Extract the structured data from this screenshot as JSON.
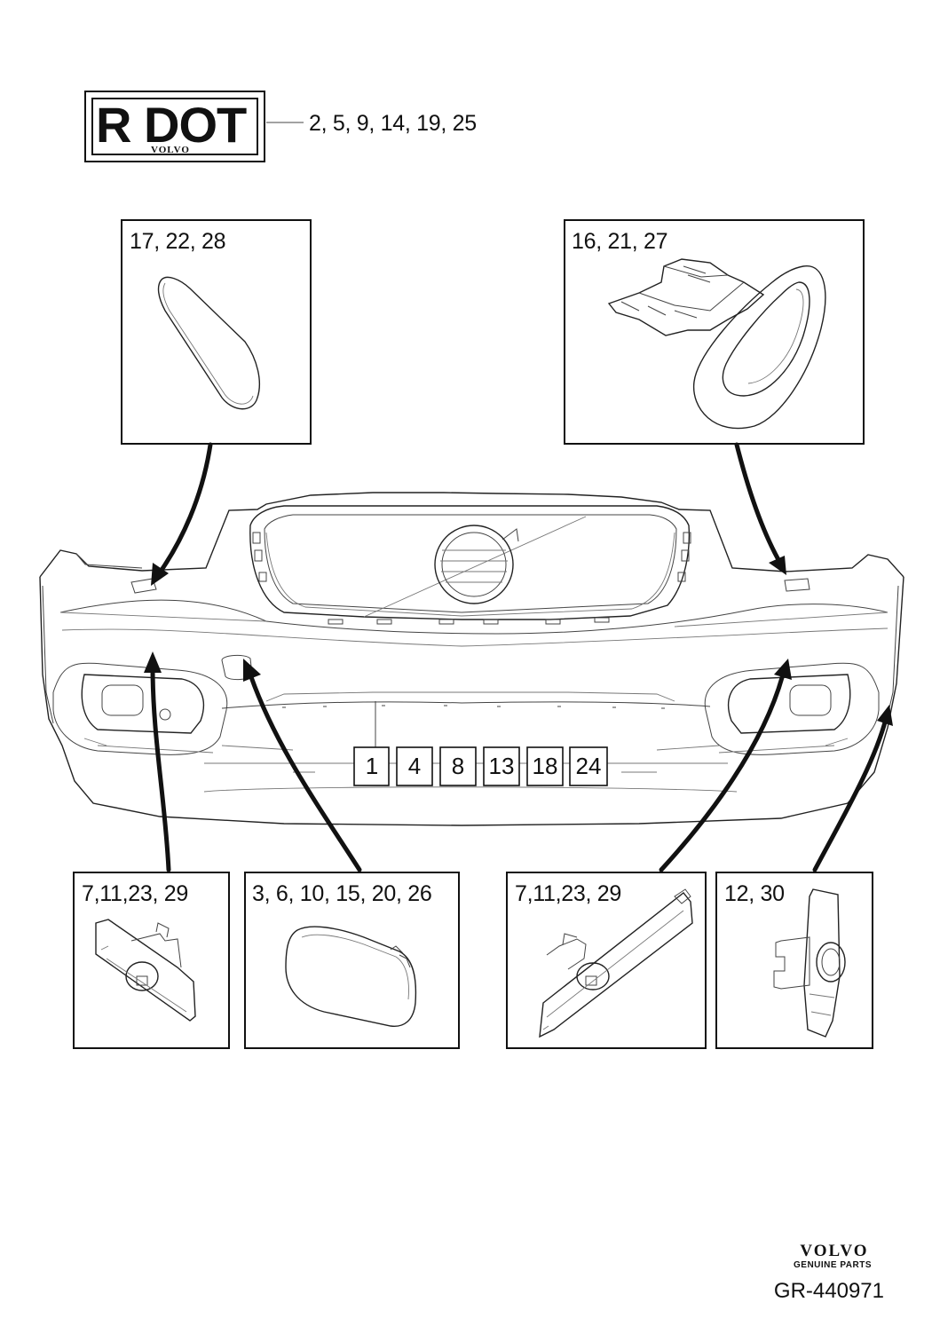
{
  "logo": {
    "main_text": "R DOT",
    "sub_text": "VOLVO",
    "callout": "2, 5, 9, 14, 19, 25"
  },
  "callouts": {
    "top_left": "17, 22, 28",
    "top_right": "16, 21, 27",
    "bottom_1": "7,11,23, 29",
    "bottom_2": "3, 6, 10, 15, 20, 26",
    "bottom_3": "7,11,23, 29",
    "bottom_4": "12, 30"
  },
  "part_numbers": [
    "1",
    "4",
    "8",
    "13",
    "18",
    "24"
  ],
  "footer": {
    "brand": "VOLVO",
    "brand_sub": "GENUINE PARTS",
    "reference": "GR-440971"
  }
}
